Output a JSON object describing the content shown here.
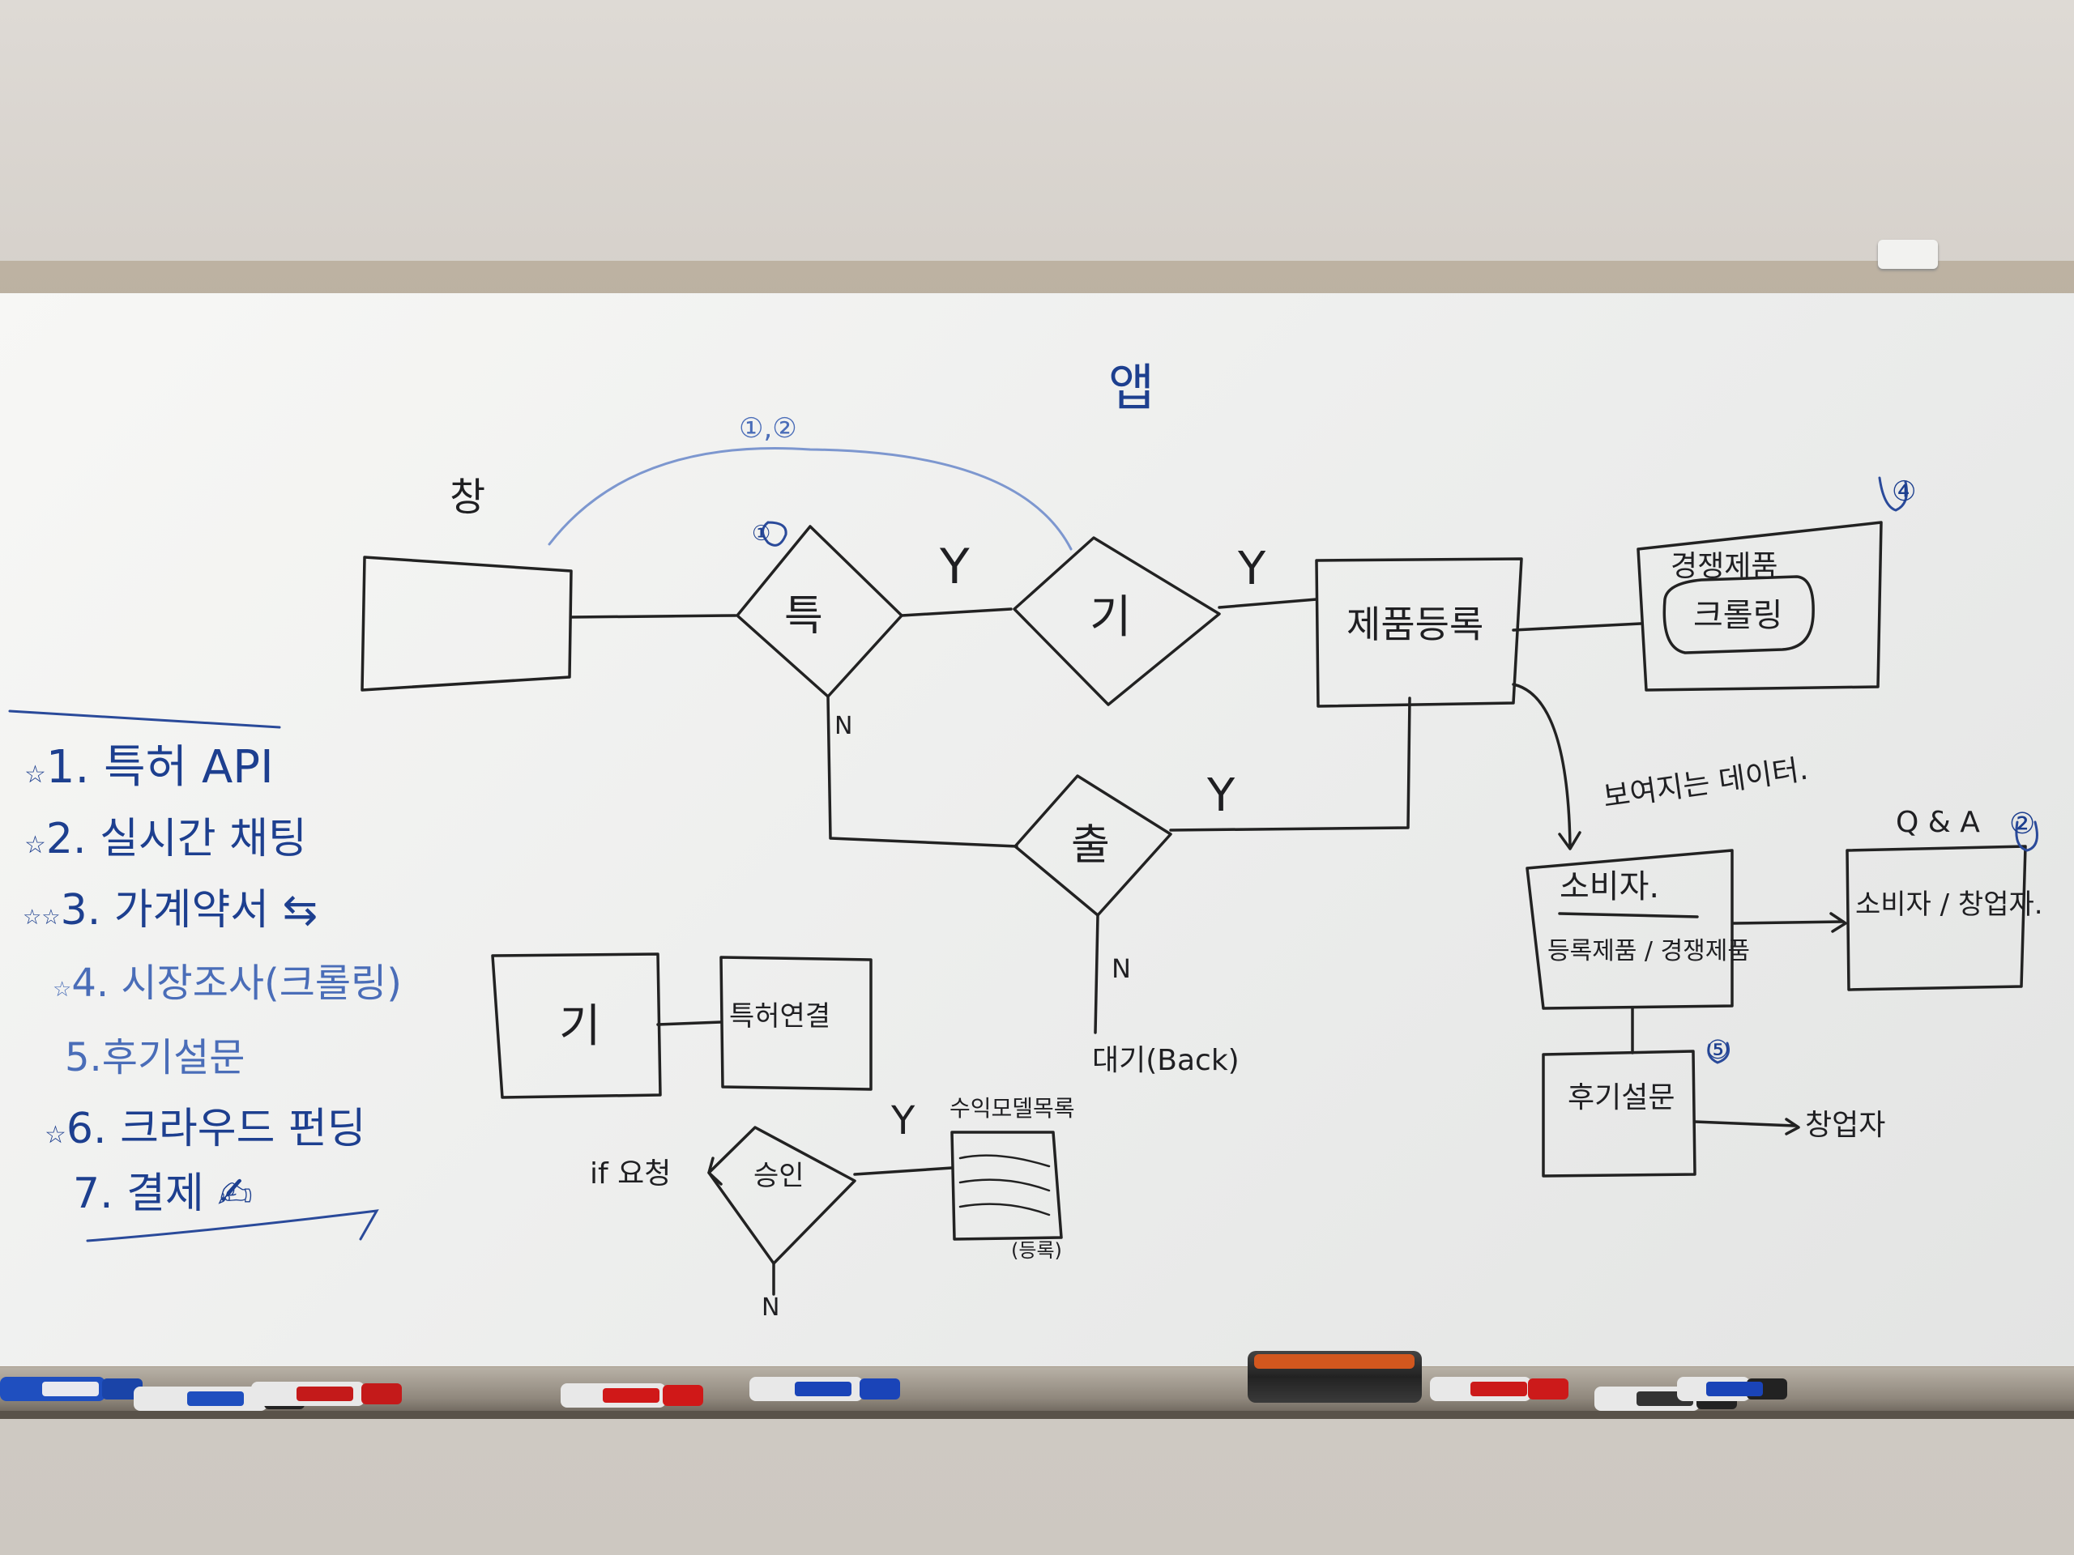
{
  "title": "앱",
  "arc_label": "①,②",
  "flow": {
    "left_label": "창",
    "diamond_patent": "특",
    "diamond_patent_num": "①",
    "diamond_patent_no": "N",
    "yes_1": "Y",
    "yes_2": "Y",
    "yes_3": "Y",
    "diamond_tech": "기",
    "box_product": "제품등록",
    "diamond_out": "출",
    "out_no": "N",
    "back": "대기(Back)",
    "competitor_num": "④",
    "competitor_title": "경쟁제품",
    "competitor_inner": "크롤링",
    "arrow_note": "보여지는 데이터.",
    "consumer_title": "소비자.",
    "consumer_body": "등록제품 / 경쟁제품",
    "qa_title": "Q & A",
    "qa_num": "②",
    "qa_body": "소비자 / 창업자.",
    "review_num": "⑤",
    "review_box": "후기설문",
    "founder": "창업자"
  },
  "flow2": {
    "box_tech": "기",
    "box_patent": "특허연결",
    "diamond_approve": "승인",
    "reject": "if 요청",
    "approve_yes": "Y",
    "approve_no": "N",
    "doc": "수익모델목록",
    "doc_note": "(등록)"
  },
  "todo": [
    {
      "mark": "☆",
      "num": "1.",
      "text": "특허 API"
    },
    {
      "mark": "☆",
      "num": "2.",
      "text": "실시간 채팅"
    },
    {
      "mark": "☆☆",
      "num": "3.",
      "text": "가계약서 ⇆"
    },
    {
      "mark": "☆",
      "num": "4.",
      "text": "시장조사(크롤링)"
    },
    {
      "mark": "",
      "num": "5.",
      "text": "후기설문"
    },
    {
      "mark": "☆",
      "num": "6.",
      "text": "크라우드 펀딩"
    },
    {
      "mark": "",
      "num": "7.",
      "text": "결제 ✍"
    }
  ],
  "colors": {
    "black_ink": "#1f1f22",
    "blue_ink": "#1d3f8f",
    "light_blue_ink": "#4a6db8"
  },
  "icons": {
    "eraser": "eraser",
    "marker": "marker",
    "clip": "clip"
  }
}
